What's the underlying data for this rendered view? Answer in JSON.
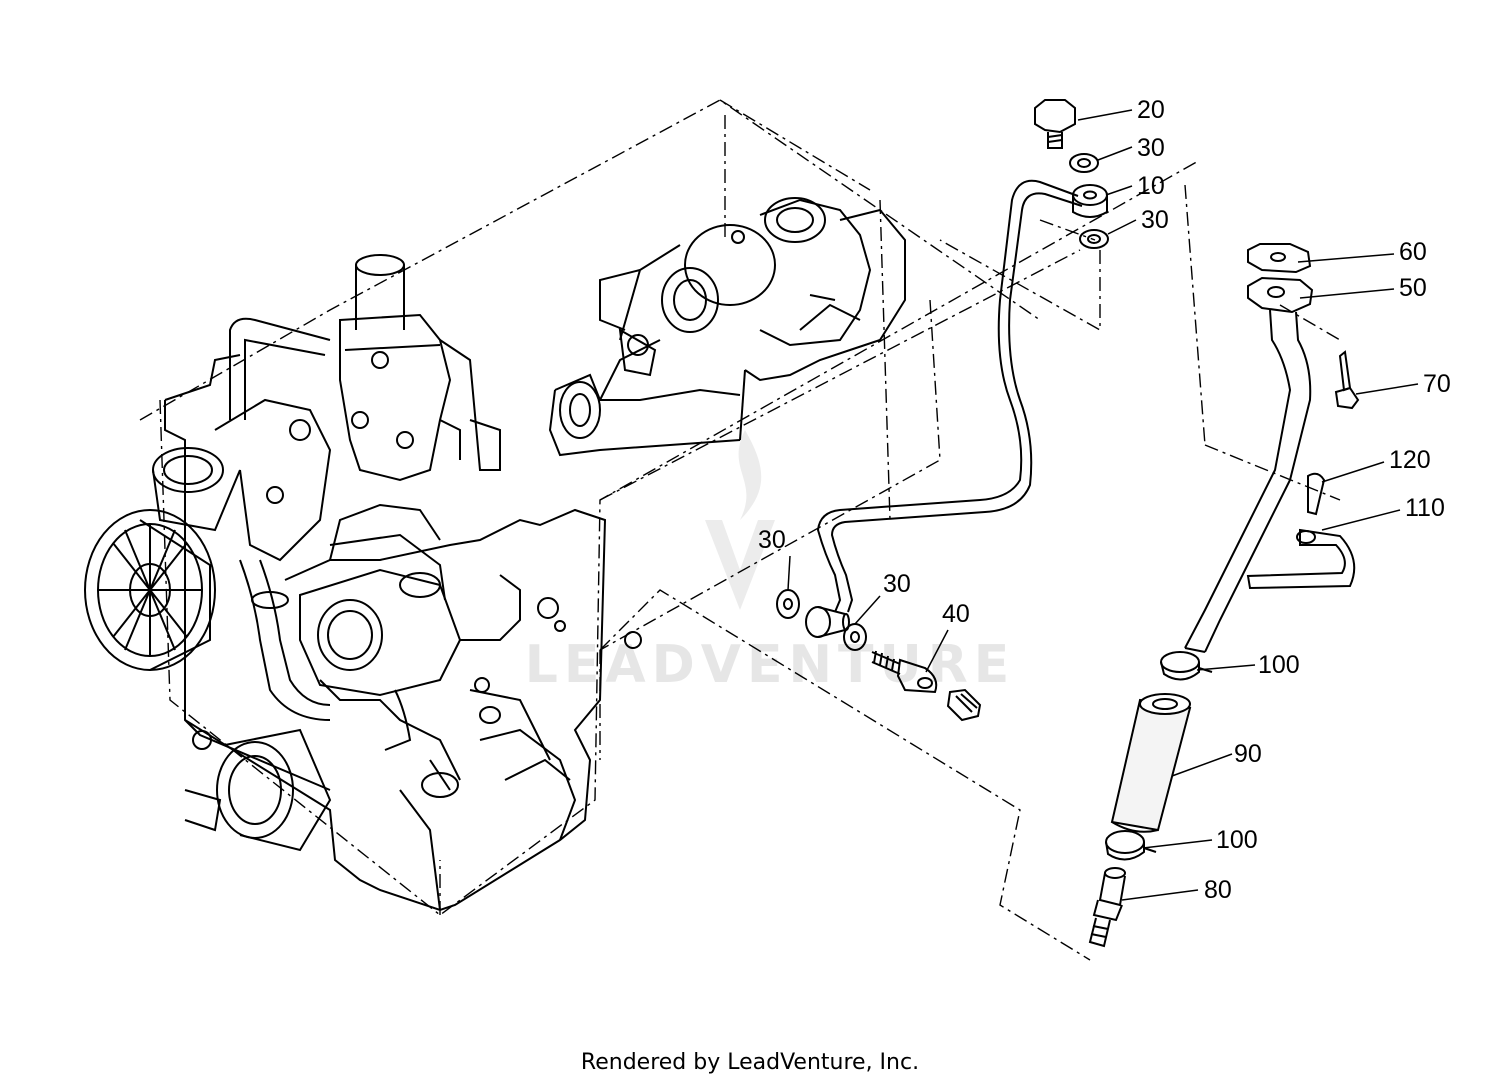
{
  "callouts": {
    "c20": "20",
    "c30a": "30",
    "c10": "10",
    "c30b": "30",
    "c60": "60",
    "c50": "50",
    "c70": "70",
    "c120": "120",
    "c110": "110",
    "c30c": "30",
    "c30d": "30",
    "c40": "40",
    "c100a": "100",
    "c90": "90",
    "c100b": "100",
    "c80": "80"
  },
  "watermark": "LEADVENTURE",
  "footer": "Rendered by LeadVenture, Inc."
}
